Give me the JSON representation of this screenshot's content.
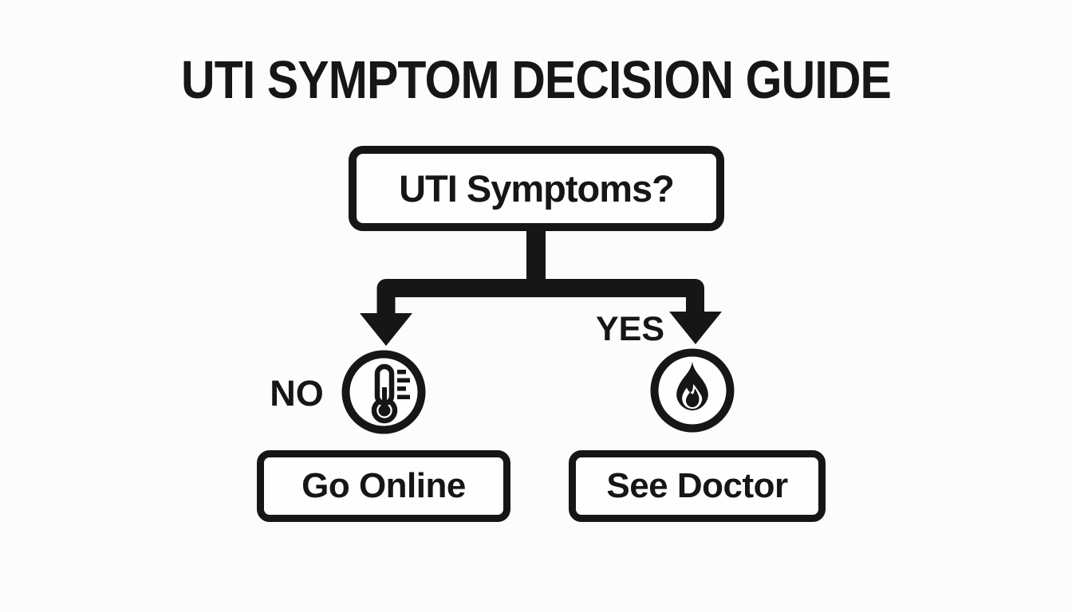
{
  "title": "UTI SYMPTOM DECISION GUIDE",
  "flowchart": {
    "root": {
      "label": "UTI Symptoms?"
    },
    "no_branch": {
      "label": "NO",
      "icon": "thermometer-icon",
      "outcome": "Go Online"
    },
    "yes_branch": {
      "label": "YES",
      "icon": "flame-icon",
      "outcome": "See Doctor"
    }
  },
  "colors": {
    "ink": "#161616",
    "background": "#fcfcfc"
  }
}
